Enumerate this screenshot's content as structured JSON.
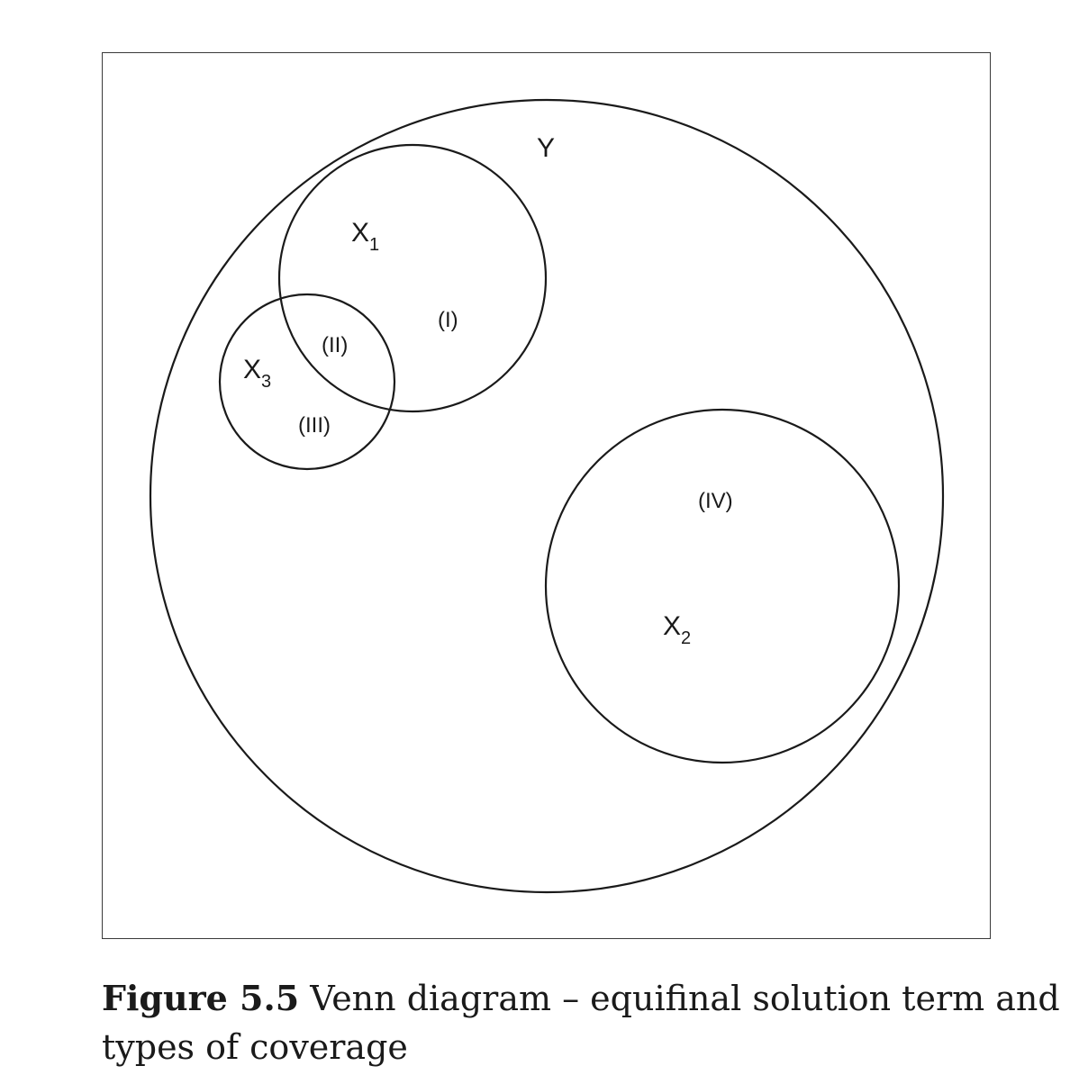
{
  "diagram": {
    "sets": [
      {
        "id": "Y",
        "label": "Y",
        "subscript": ""
      },
      {
        "id": "X1",
        "label": "X",
        "subscript": "1"
      },
      {
        "id": "X2",
        "label": "X",
        "subscript": "2"
      },
      {
        "id": "X3",
        "label": "X",
        "subscript": "3"
      }
    ],
    "regions": [
      {
        "id": "I",
        "label": "(I)"
      },
      {
        "id": "II",
        "label": "(II)"
      },
      {
        "id": "III",
        "label": "(III)"
      },
      {
        "id": "IV",
        "label": "(IV)"
      }
    ],
    "stroke_color": "#1a1a1a"
  },
  "caption": {
    "number": "Figure 5.5",
    "text": " Venn diagram – equifinal solution term and types of coverage"
  }
}
